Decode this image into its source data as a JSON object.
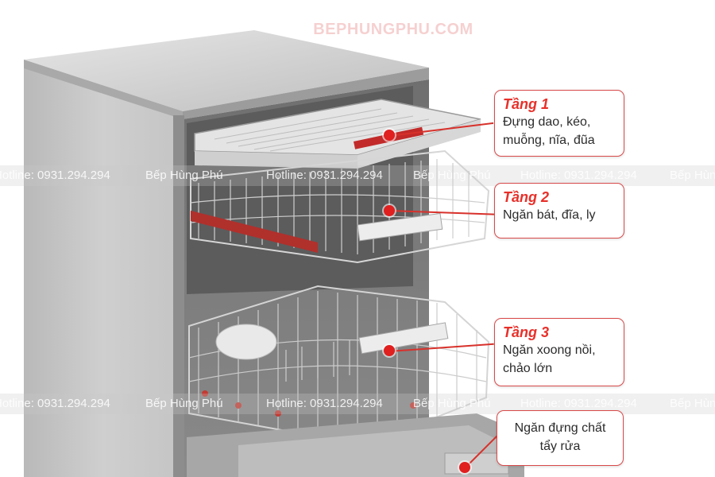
{
  "watermark": "BEPHUNGPHU.COM",
  "hotline_strip": {
    "items": [
      "Hotline: 0931.294.294",
      "Bếp Hùng Phú",
      "Hotline: 0931.294.294",
      "Bếp Hùng Phú",
      "Hotline: 0931.294.294",
      "Bếp Hùng"
    ]
  },
  "callouts": [
    {
      "title": "Tầng 1",
      "lines": [
        "Đựng dao, kéo,",
        "muỗng, nĩa, đũa"
      ]
    },
    {
      "title": "Tầng 2",
      "lines": [
        "Ngăn bát, đĩa, ly"
      ]
    },
    {
      "title": "Tầng 3",
      "lines": [
        "Ngăn xoong nồi,",
        "chảo lớn"
      ]
    },
    {
      "title": "",
      "lines": [
        "Ngăn đựng chất",
        "tẩy rửa"
      ]
    }
  ],
  "colors": {
    "accent": "#e01f1f",
    "border": "#d94a4a",
    "watermark": "#d62828"
  }
}
